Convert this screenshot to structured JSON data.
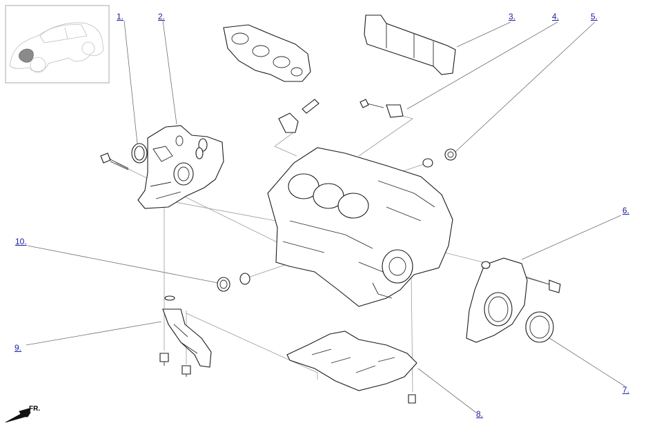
{
  "callouts": [
    {
      "id": "1",
      "label": "1."
    },
    {
      "id": "2",
      "label": "2."
    },
    {
      "id": "3",
      "label": "3."
    },
    {
      "id": "4",
      "label": "4."
    },
    {
      "id": "5",
      "label": "5."
    },
    {
      "id": "6",
      "label": "6."
    },
    {
      "id": "7",
      "label": "7."
    },
    {
      "id": "8",
      "label": "8."
    },
    {
      "id": "9",
      "label": "9."
    },
    {
      "id": "10",
      "label": "10."
    }
  ],
  "direction_indicator": {
    "label": "FR."
  }
}
